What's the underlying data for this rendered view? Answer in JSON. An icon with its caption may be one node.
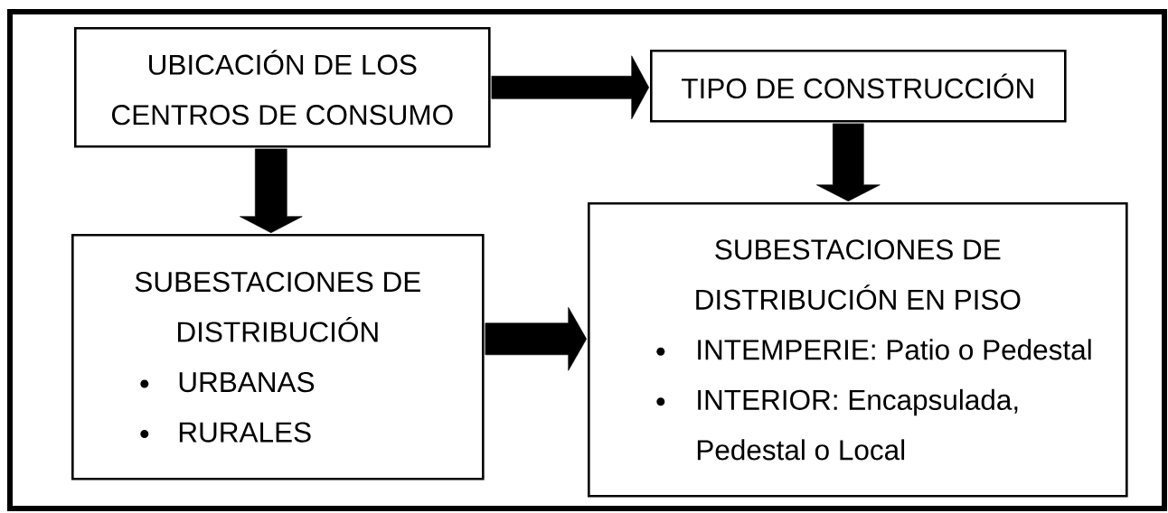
{
  "diagram": {
    "nodes": [
      {
        "text": [
          "UBICACIÓN DE LOS CENTROS DE CONSUMO"
        ]
      },
      {
        "text": [
          "TIPO DE CONSTRUCCIÓN"
        ]
      },
      {
        "text": [
          "SUBESTACIONES DE DISTRIBUCIÓN",
          "URBANAS",
          "RURALES"
        ]
      },
      {
        "text": [
          "SUBESTACIONES DE DISTRIBUCIÓN EN PISO",
          "INTEMPERIE: Patio o Pedestal",
          "INTERIOR: Encapsulada, Pedestal o Local"
        ]
      }
    ],
    "edges": [
      {
        "from": 0,
        "to": 1,
        "arrow": "to"
      },
      {
        "from": 0,
        "to": 2,
        "arrow": "to"
      },
      {
        "from": 1,
        "to": 3,
        "arrow": "to"
      },
      {
        "from": 2,
        "to": 3,
        "arrow": "to"
      }
    ]
  }
}
